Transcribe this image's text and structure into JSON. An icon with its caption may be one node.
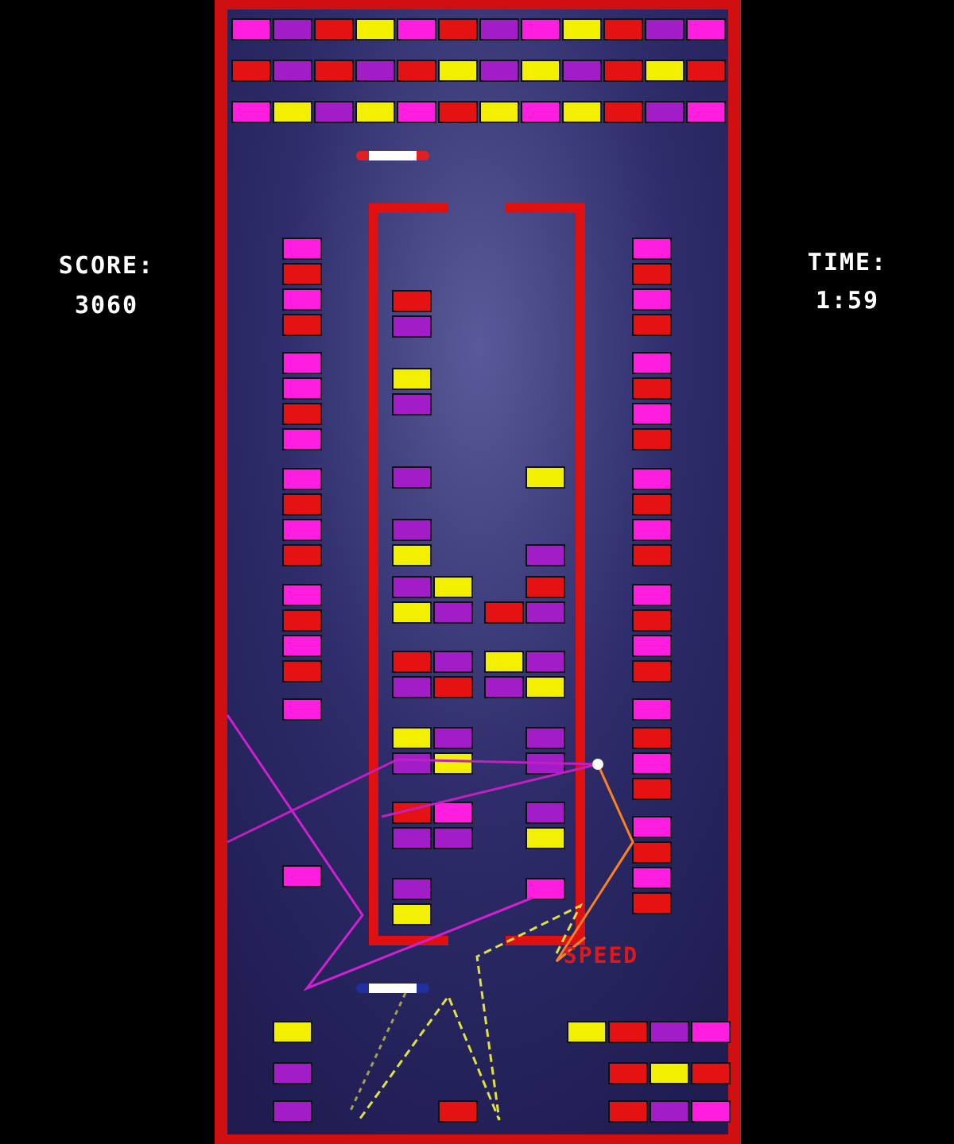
{
  "diagram": {
    "labels": [
      "SCORE:",
      "3060",
      "TIME:",
      "1:59",
      "SPEED"
    ]
  }
}
